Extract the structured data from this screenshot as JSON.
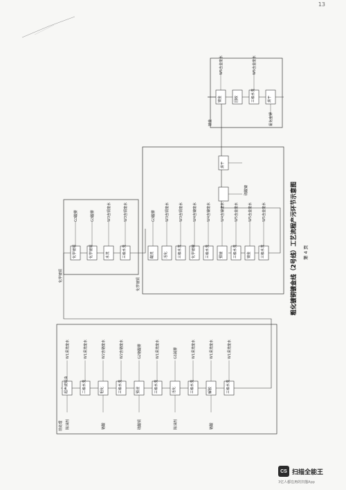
{
  "page": {
    "number": "13"
  },
  "document": {
    "title": "粗化镀铜镀金线（2号线）工艺流程产污环节示意图",
    "page_label": "第 4 页"
  },
  "sections": {
    "pretreatment": "前处理",
    "chemical_a": "化学镀铜",
    "chemical_b": "化学镀铜",
    "plating": "镀金"
  },
  "flow1": [
    "超声波除油",
    "二级水洗",
    "粗化",
    "三级水洗",
    "预浸",
    "三级水洗",
    "活化",
    "三级水洗",
    "解胶",
    "三级水洗"
  ],
  "flow2": [
    "化学镀铜",
    "化学镀铜",
    "水洗",
    "三级水洗"
  ],
  "flow3": [
    "酸洗",
    "活化",
    "三级水洗",
    "化学镀镍",
    "三级水洗",
    "预镀",
    "三级水洗",
    "镀金",
    "三级水洗",
    "烘干"
  ],
  "flow4": [
    "镀金",
    "回收",
    "三级水洗",
    "烘干"
  ],
  "annotations": {
    "w1": "W1清洗废水",
    "g1": "G1碱雾",
    "w2": "W2含铬废水",
    "g2": "G2铬酸雾",
    "w3": "W3含铜废水",
    "g3": "G3酸雾",
    "w4": "W4含镍废水",
    "w5": "W5含金废水",
    "in1": "除油剂",
    "in2": "铬酸",
    "in3": "硫酸铜",
    "in4": "硫酸镍",
    "in5": "氰化金钾"
  },
  "app": {
    "logo_mark": "CS",
    "name": "扫描全能王",
    "tagline": "3亿人都在用的扫描App"
  }
}
